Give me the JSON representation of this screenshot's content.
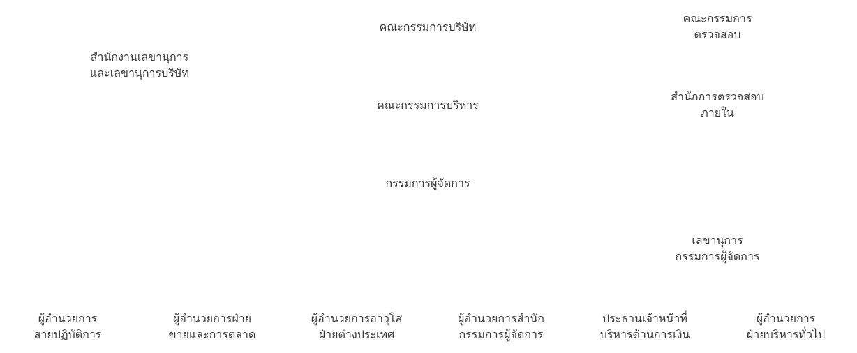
{
  "org_chart": {
    "board": {
      "lines": [
        "คณะกรรมการบริษัท"
      ]
    },
    "audit_committee": {
      "lines": [
        "คณะกรรมการ",
        "ตรวจสอบ"
      ]
    },
    "secretary_office": {
      "lines": [
        "สำนักงานเลขานุการ",
        "และเลขานุการบริษัท"
      ]
    },
    "executive_committee": {
      "lines": [
        "คณะกรรมการบริหาร"
      ]
    },
    "internal_audit_office": {
      "lines": [
        "สำนักการตรวจสอบ",
        "ภายใน"
      ]
    },
    "managing_director": {
      "lines": [
        "กรรมการผู้จัดการ"
      ]
    },
    "md_secretary": {
      "lines": [
        "เลขานุการ",
        "กรรมการผู้จัดการ"
      ]
    },
    "departments": [
      {
        "lines": [
          "ผู้อำนวยการ",
          "สายปฏิบัติการ"
        ]
      },
      {
        "lines": [
          "ผู้อำนวยการฝ่าย",
          "ขายและการตลาด"
        ]
      },
      {
        "lines": [
          "ผู้อำนวยการอาวุโส",
          "ฝ่ายต่างประเทศ"
        ]
      },
      {
        "lines": [
          "ผู้อำนวยการสำนัก",
          "กรรมการผู้จัดการ"
        ]
      },
      {
        "lines": [
          "ประธานเจ้าหน้าที่",
          "บริหารด้านการเงิน"
        ]
      },
      {
        "lines": [
          "ผู้อำนวยการ",
          "ฝ่ายบริหารทั่วไป"
        ]
      }
    ]
  }
}
